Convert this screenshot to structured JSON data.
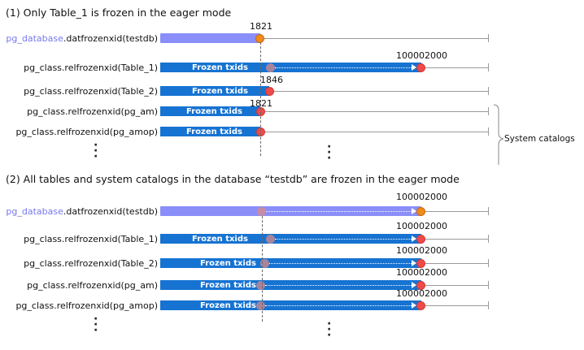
{
  "section1": {
    "heading": "(1) Only Table_1 is frozen in the eager mode",
    "rows": [
      {
        "label_prefix": "pg_database",
        "label_suffix": ".datfrozenxid(testdb)",
        "value": "1821",
        "bar_text": ""
      },
      {
        "label_prefix": "",
        "label_suffix": "pg_class.relfrozenxid(Table_1)",
        "value": "100002000",
        "bar_text": "Frozen txids"
      },
      {
        "label_prefix": "",
        "label_suffix": "pg_class.relfrozenxid(Table_2)",
        "value": "1846",
        "bar_text": "Frozen txids"
      },
      {
        "label_prefix": "",
        "label_suffix": "pg_class.relfrozenxid(pg_am)",
        "value": "1821",
        "bar_text": "Frozen txids"
      },
      {
        "label_prefix": "",
        "label_suffix": "pg_class.relfrozenxid(pg_amop)",
        "value": "",
        "bar_text": "Frozen txids"
      }
    ],
    "brace_label": "System catalogs"
  },
  "section2": {
    "heading": "(2) All tables and system catalogs in the database “testdb” are frozen in the eager mode",
    "rows": [
      {
        "label_prefix": "pg_database",
        "label_suffix": ".datfrozenxid(testdb)",
        "value": "100002000",
        "bar_text": ""
      },
      {
        "label_prefix": "",
        "label_suffix": "pg_class.relfrozenxid(Table_1)",
        "value": "100002000",
        "bar_text": "Frozen txids"
      },
      {
        "label_prefix": "",
        "label_suffix": "pg_class.relfrozenxid(Table_2)",
        "value": "100002000",
        "bar_text": "Frozen txids"
      },
      {
        "label_prefix": "",
        "label_suffix": "pg_class.relfrozenxid(pg_am)",
        "value": "100002000",
        "bar_text": "Frozen txids"
      },
      {
        "label_prefix": "",
        "label_suffix": "pg_class.relfrozenxid(pg_amop)",
        "value": "100002000",
        "bar_text": "Frozen txids"
      }
    ]
  },
  "colors": {
    "db_bar": "#8a8ef8",
    "table_bar": "#1673d2",
    "orange_marker": "#f28a1a",
    "red_marker": "#ee4a4a",
    "db_label": "#7777ee"
  }
}
